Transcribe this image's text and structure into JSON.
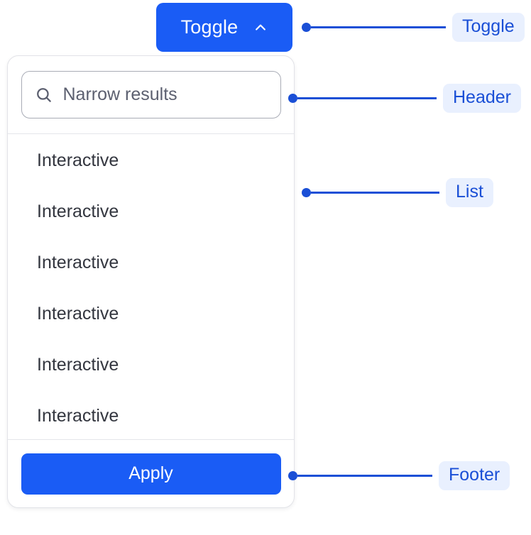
{
  "toggle": {
    "label": "Toggle",
    "icon": "chevron-up-icon",
    "expanded": true,
    "color": "#1a5cf5"
  },
  "panel": {
    "header": {
      "search": {
        "icon": "search-icon",
        "placeholder": "Narrow results",
        "value": ""
      }
    },
    "list": {
      "items": [
        {
          "label": "Interactive"
        },
        {
          "label": "Interactive"
        },
        {
          "label": "Interactive"
        },
        {
          "label": "Interactive"
        },
        {
          "label": "Interactive"
        },
        {
          "label": "Interactive"
        }
      ]
    },
    "footer": {
      "apply_label": "Apply"
    }
  },
  "annotations": [
    {
      "label": "Toggle"
    },
    {
      "label": "Header"
    },
    {
      "label": "List"
    },
    {
      "label": "Footer"
    }
  ],
  "colors": {
    "accent": "#1a5cf5",
    "annotation_line": "#1a4fd6",
    "annotation_chip_bg": "#e9f0fe",
    "panel_border": "#e2e3e8",
    "text_primary": "#33363f",
    "text_placeholder": "#5c6070"
  }
}
